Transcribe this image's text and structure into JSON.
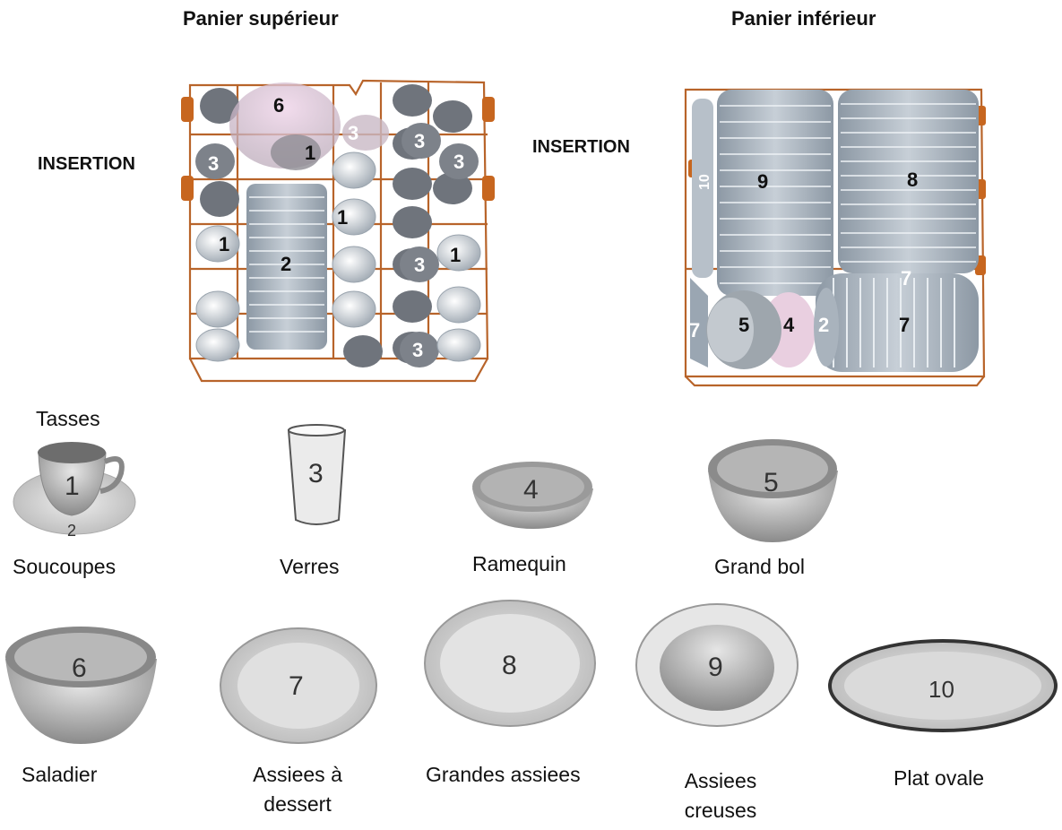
{
  "upper": {
    "title": "Panier supérieur",
    "insertion": "INSERTION",
    "n1": "1",
    "n2": "2",
    "n3": "3",
    "n6": "6"
  },
  "lower": {
    "title": "Panier inférieur",
    "insertion": "INSERTION",
    "n2": "2",
    "n4": "4",
    "n5": "5",
    "n7": "7",
    "n8": "8",
    "n9": "9",
    "n10": "10"
  },
  "legend": {
    "tasses": "Tasses",
    "soucoupes": "Soucoupes",
    "verres": "Verres",
    "ramequin": "Ramequin",
    "grand_bol": "Grand bol",
    "saladier": "Saladier",
    "assiettes_dessert_1": "Assiees à",
    "assiettes_dessert_2": "dessert",
    "grandes_assiettes": "Grandes assiees",
    "assiettes_creuses_1": "Assiees",
    "assiettes_creuses_2": "creuses",
    "plat_ovale": "Plat ovale",
    "n1": "1",
    "n2": "2",
    "n3": "3",
    "n4": "4",
    "n5": "5",
    "n6": "6",
    "n7": "7",
    "n8": "8",
    "n9": "9",
    "n10": "10"
  },
  "colors": {
    "rack": "#b8642a",
    "dish": "#9aa6b2",
    "dish_light": "#c9d1d9",
    "glass_dark": "#6f747c",
    "ramekin": "#e9cfe0"
  }
}
